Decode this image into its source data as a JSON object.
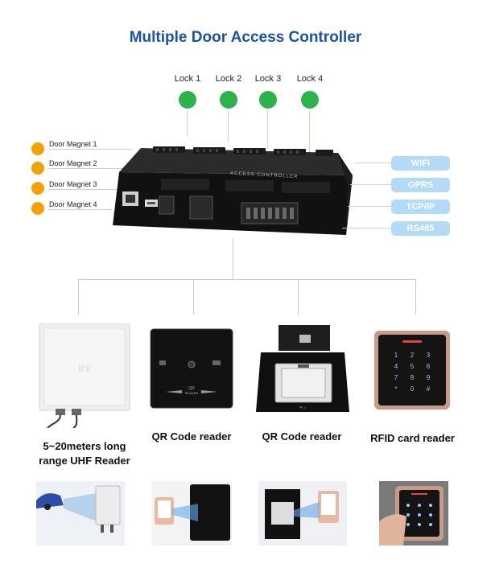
{
  "title": "Multiple Door Access Controller",
  "locks": [
    "Lock 1",
    "Lock 2",
    "Lock 3",
    "Lock 4"
  ],
  "door_magnets": [
    "Door Magnet 1",
    "Door Magnet 2",
    "Door Magnet 3",
    "Door Magnet 4"
  ],
  "controller_label": "ACCESS CONTROLLER",
  "connections": [
    "WIFI",
    "GPRS",
    "TCP/IP",
    "RS485"
  ],
  "devices": [
    {
      "label_line1": "5~20meters long",
      "label_line2": "range UHF Reader"
    },
    {
      "label_line1": "QR Code reader"
    },
    {
      "label_line1": "QR Code reader"
    },
    {
      "label_line1": "RFID card reader"
    }
  ],
  "qr_panel_text": "QR\nREADER",
  "keypad_keys": [
    "1",
    "2",
    "3",
    "4",
    "5",
    "6",
    "7",
    "8",
    "9",
    "*",
    "0",
    "#"
  ],
  "colors": {
    "title": "#1c52a4",
    "lock_dot": "#2db34a",
    "magnet_dot": "#f4a000",
    "connection_badge": "#b3daf6"
  }
}
